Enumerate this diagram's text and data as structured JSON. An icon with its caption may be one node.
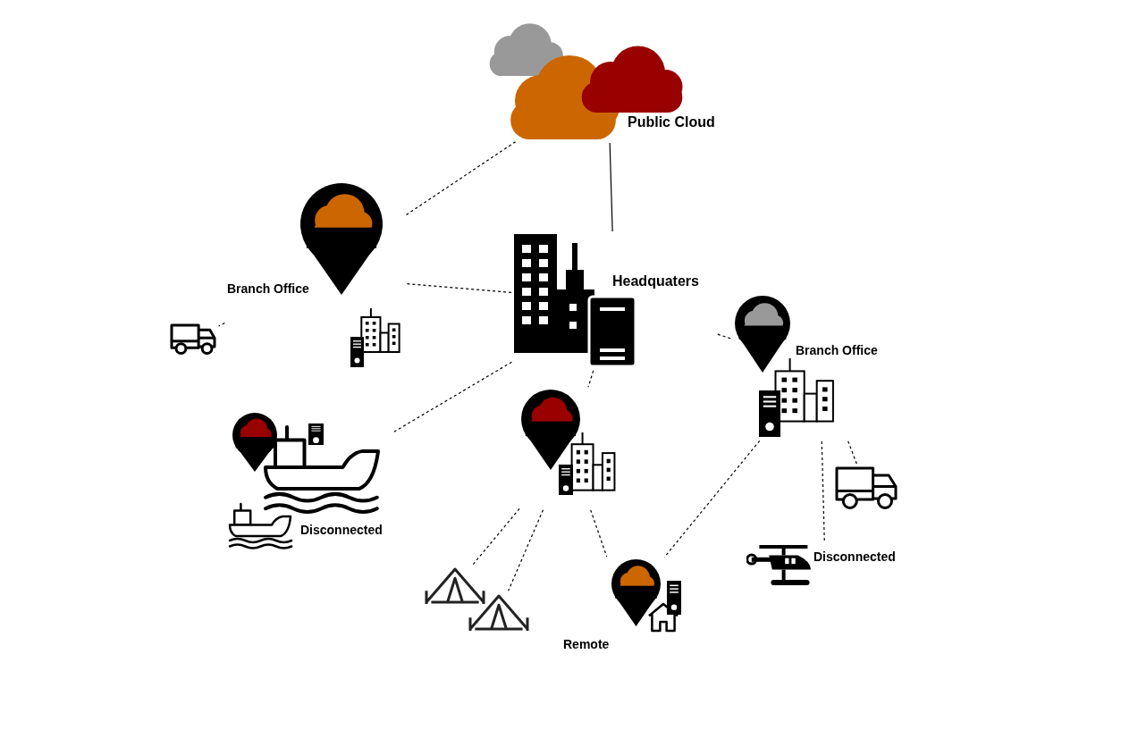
{
  "diagram": {
    "nodes": [
      {
        "text": [
          "Public Cloud"
        ]
      },
      {
        "text": [
          "Headquaters"
        ]
      },
      {
        "text": [
          "Branch Office"
        ]
      },
      {
        "text": [],
        "shape": "picture"
      },
      {
        "text": [
          "Disconnected"
        ]
      },
      {
        "text": [],
        "shape": "picture"
      },
      {
        "text": [],
        "shape": "picture"
      },
      {
        "text": [],
        "shape": "picture"
      },
      {
        "text": [
          "Remote"
        ]
      },
      {
        "text": [
          "Branch Office"
        ]
      },
      {
        "text": [],
        "shape": "picture"
      },
      {
        "text": [
          "Disconnected"
        ]
      }
    ],
    "edges": [
      {
        "from": 0,
        "to": 1,
        "arrow": "none"
      },
      {
        "from": 0,
        "to": 2,
        "arrow": "none",
        "style": "dashed"
      },
      {
        "from": 1,
        "to": 2,
        "arrow": "none",
        "style": "dashed"
      },
      {
        "from": 2,
        "to": 3,
        "arrow": "none",
        "style": "dashed"
      },
      {
        "from": 1,
        "to": 4,
        "arrow": "none",
        "style": "dashed"
      },
      {
        "from": 1,
        "to": 5,
        "arrow": "none",
        "style": "dashed"
      },
      {
        "from": 1,
        "to": 9,
        "arrow": "none",
        "style": "dashed"
      },
      {
        "from": 5,
        "to": 6,
        "arrow": "none",
        "style": "dashed"
      },
      {
        "from": 5,
        "to": 7,
        "arrow": "none",
        "style": "dashed"
      },
      {
        "from": 5,
        "to": 8,
        "arrow": "none",
        "style": "dashed"
      },
      {
        "from": 9,
        "to": 8,
        "arrow": "none",
        "style": "dashed"
      },
      {
        "from": 9,
        "to": 10,
        "arrow": "none",
        "style": "dashed"
      },
      {
        "from": 9,
        "to": 11,
        "arrow": "none",
        "style": "dashed"
      }
    ]
  }
}
